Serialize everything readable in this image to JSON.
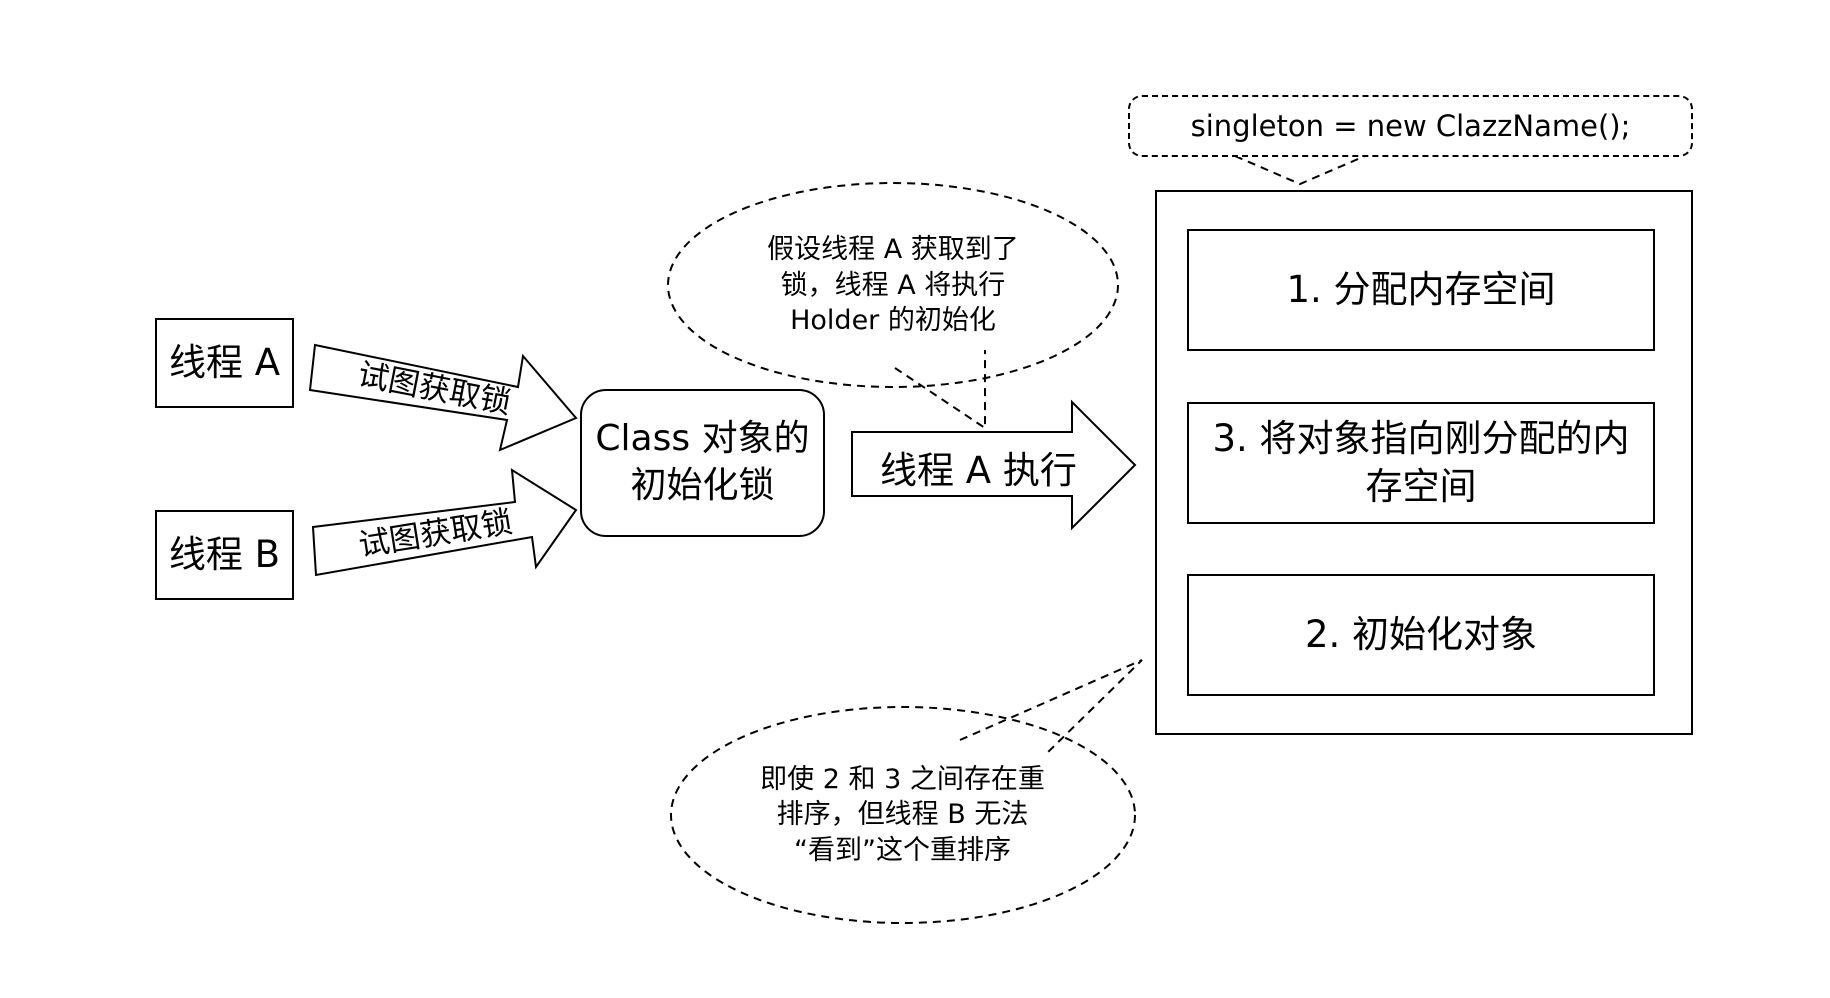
{
  "diagram": {
    "thread_a_label": "线程 A",
    "thread_b_label": "线程 B",
    "arrow_a_label": "试图获取锁",
    "arrow_b_label": "试图获取锁",
    "lock_box_label": "Class 对象的\n初始化锁",
    "execute_arrow_label": "线程 A 执行",
    "top_callout_text": "假设线程 A 获取到了\n锁，线程 A 将执行\nHolder 的初始化",
    "code_callout_text": "singleton = new ClazzName();",
    "steps": [
      "1. 分配内存空间",
      "3. 将对象指向刚分配的内\n存空间",
      "2. 初始化对象"
    ],
    "bottom_callout_text": "即使 2 和 3 之间存在重\n排序，但线程 B 无法\n“看到”这个重排序"
  }
}
